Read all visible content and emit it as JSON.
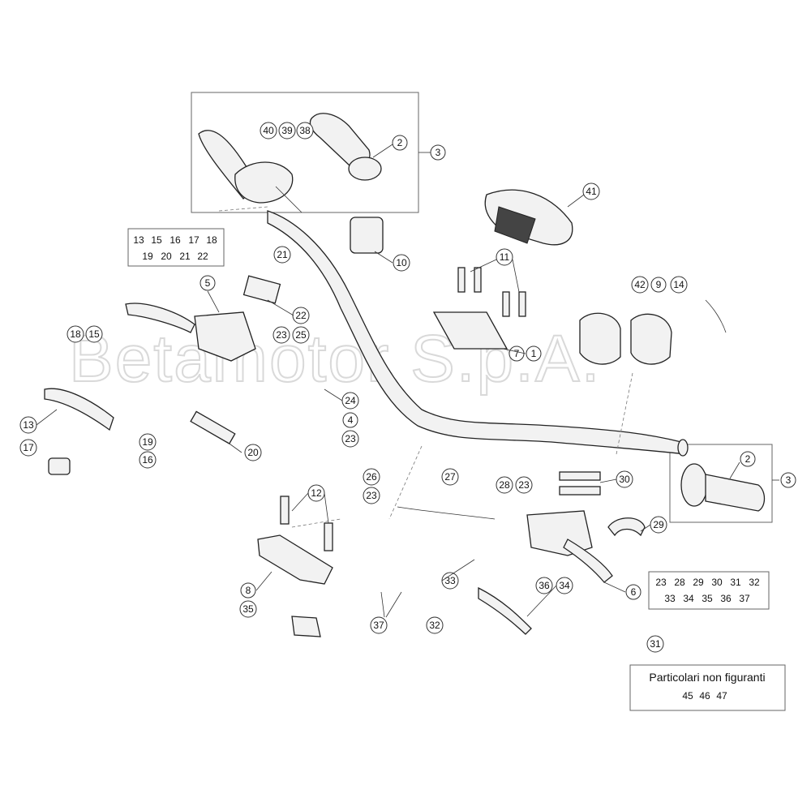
{
  "watermark": "Betamotor S.p.A.",
  "note": {
    "title": "Particolari non figuranti",
    "numbers": [
      "45",
      "46",
      "47"
    ]
  },
  "callouts": {
    "c1": "1",
    "c2a": "2",
    "c2b": "2",
    "c3a": "3",
    "c3b": "3",
    "c4": "4",
    "c5": "5",
    "c6": "6",
    "c7": "7",
    "c8": "8",
    "c9": "9",
    "c10": "10",
    "c11": "11",
    "c12": "12",
    "c13": "13",
    "c14": "14",
    "c15": "15",
    "c16": "16",
    "c17": "17",
    "c18": "18",
    "c19": "19",
    "c20": "20",
    "c21": "21",
    "c22": "22",
    "c23a": "23",
    "c23b": "23",
    "c23c": "23",
    "c23d": "23",
    "c24": "24",
    "c25": "25",
    "c26": "26",
    "c27": "27",
    "c28": "28",
    "c29": "29",
    "c30": "30",
    "c31": "31",
    "c32": "32",
    "c33": "33",
    "c34": "34",
    "c35": "35",
    "c36": "36",
    "c37": "37",
    "c38": "38",
    "c39": "39",
    "c40": "40",
    "c41": "41",
    "c42": "42"
  },
  "group_left": [
    "13",
    "15",
    "16",
    "17",
    "18",
    "19",
    "20",
    "21",
    "22"
  ],
  "group_right": [
    "23",
    "28",
    "29",
    "30",
    "31",
    "32",
    "33",
    "34",
    "35",
    "36",
    "37"
  ]
}
